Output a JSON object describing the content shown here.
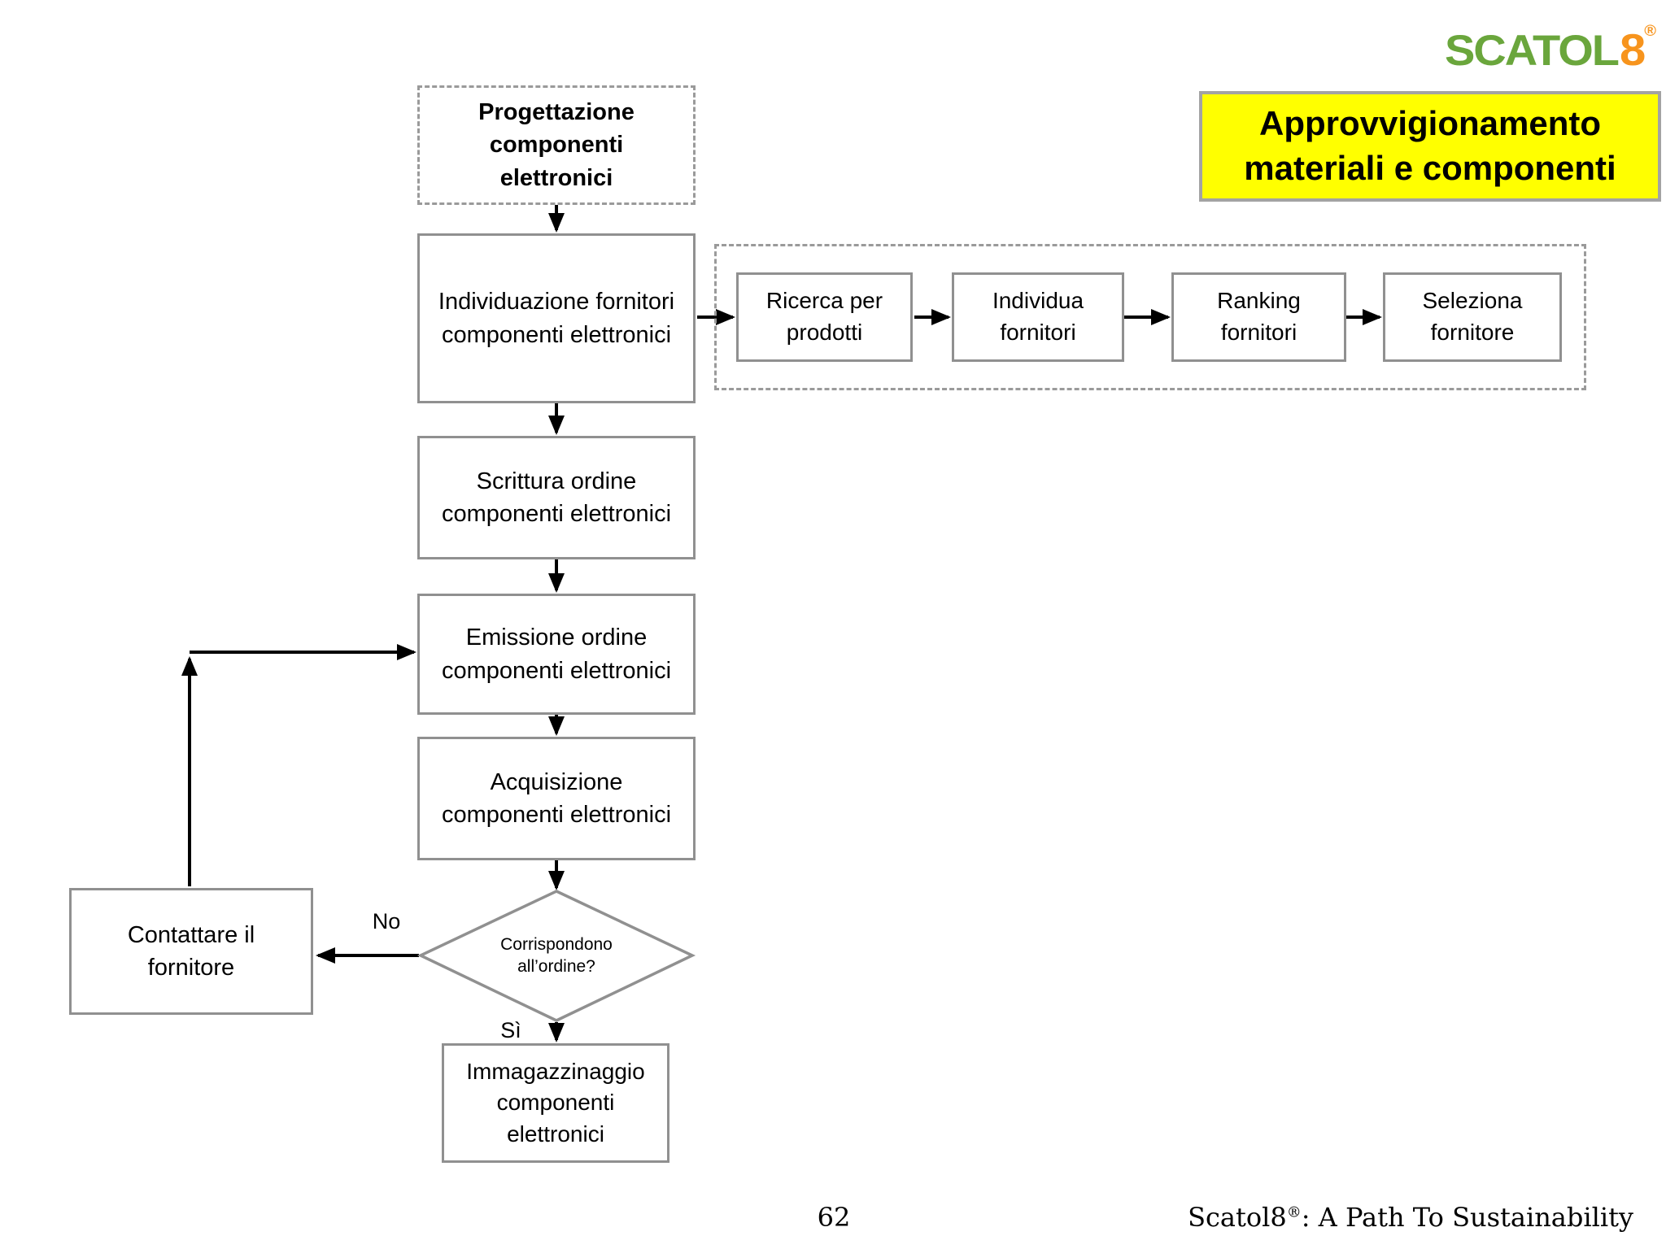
{
  "logo": {
    "text_main": "SCATOL",
    "text_digit": "8",
    "registered": "®"
  },
  "title_box": {
    "text": "Approvvigionamento materiali e componenti"
  },
  "flowchart": {
    "nodes": {
      "progettazione": "Progettazione componenti elettronici",
      "individuazione": "Individuazione fornitori componenti elettronici",
      "ricerca": "Ricerca per prodotti",
      "individua": "Individua fornitori",
      "ranking": "Ranking fornitori",
      "seleziona": "Seleziona fornitore",
      "scrittura": "Scrittura ordine componenti elettronici",
      "emissione": "Emissione ordine componenti elettronici",
      "acquisizione": "Acquisizione componenti elettronici",
      "decisione": "Corrispondono all’ordine?",
      "contattare": "Contattare il fornitore",
      "immagazzinaggio": "Immagazzinaggio componenti elettronici"
    },
    "edge_labels": {
      "no": "No",
      "si": "Sì"
    }
  },
  "footer": {
    "page_number": "62",
    "brand": "Scatol8",
    "registered": "®",
    "tagline": ": A Path To Sustainability"
  },
  "colors": {
    "logo_green": "#6aa63c",
    "logo_orange": "#f7941d",
    "title_bg": "#ffff00",
    "box_border": "#909090",
    "arrow": "#000000"
  }
}
